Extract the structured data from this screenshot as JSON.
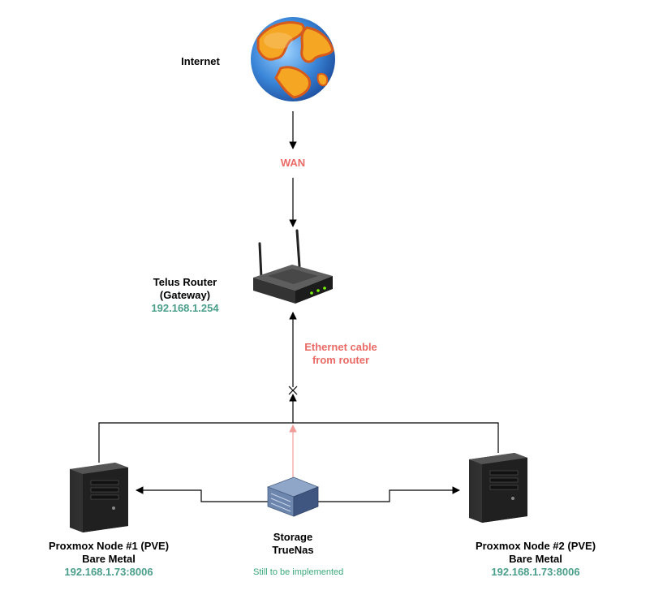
{
  "nodes": {
    "internet": {
      "label": "Internet",
      "icon": "globe-icon"
    },
    "wan": {
      "label": "WAN"
    },
    "router": {
      "label_line1": "Telus Router",
      "label_line2": "(Gateway)",
      "ip": "192.168.1.254",
      "icon": "wireless-router-icon"
    },
    "cable": {
      "label_line1": "Ethernet cable",
      "label_line2": "from router"
    },
    "node1": {
      "label_line1": "Proxmox Node #1 (PVE)",
      "label_line2": "Bare Metal",
      "ip": "192.168.1.73:8006",
      "icon": "server-tower-icon"
    },
    "node2": {
      "label_line1": "Proxmox Node #2 (PVE)",
      "label_line2": "Bare Metal",
      "ip": "192.168.1.73:8006",
      "icon": "server-tower-icon"
    },
    "storage": {
      "label_line1": "Storage",
      "label_line2": "TrueNas",
      "note": "Still to be implemented",
      "icon": "storage-array-icon"
    }
  },
  "colors": {
    "ip_text": "#4a9e8a",
    "warning_text": "#ea6b66",
    "note_text": "#3aa87a",
    "pending_link": "#f19c99"
  }
}
